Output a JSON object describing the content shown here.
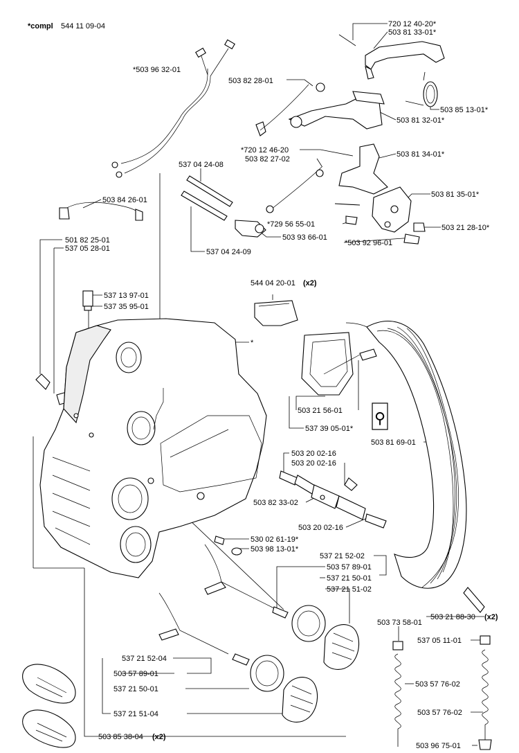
{
  "header": {
    "compl_prefix": "*compl",
    "compl_number": "544 11 09-04"
  },
  "labels": {
    "l01": "720 12 40-20*",
    "l02": "503 81 33-01*",
    "l03": "*503 96 32-01",
    "l04": "503 82 28-01",
    "l05": "503 85 13-01*",
    "l06": "503 81 32-01*",
    "l07": "*720 12 46-20",
    "l08": "503 82 27-02",
    "l09": "503 81 34-01*",
    "l10": "537 04 24-08",
    "l11": "503 81 35-01*",
    "l12": "503 84 26-01",
    "l13": "*729 56 55-01",
    "l14": "503 21 28-10*",
    "l15": "503 93 66-01",
    "l16": "501 82 25-01",
    "l17": "537 05 28-01",
    "l18": "*503 92 96-01",
    "l19": "537 04 24-09",
    "l20": "544 04 20-01",
    "l20x": "(x2)",
    "l21": "537 13 97-01",
    "l22": "537 35 95-01",
    "l23": "*",
    "l24": "503 21 56-01",
    "l25": "537 39 05-01*",
    "l26": "503 81 69-01",
    "l27": "503 20 02-16",
    "l28": "503 20 02-16",
    "l29": "503 82 33-02",
    "l30": "503 20 02-16",
    "l31": "530 02 61-19*",
    "l32": "503 98 13-01*",
    "l33": "537 21 52-02",
    "l34": "503 57 89-01",
    "l35": "537 21 50-01",
    "l36": "537 21 51-02",
    "l37": "503 21 88-30",
    "l37x": "(x2)",
    "l38": "503 73 58-01",
    "l39": "537 05 11-01",
    "l40": "537 21 52-04",
    "l41": "503 57 89-01",
    "l42": "537 21 50-01",
    "l43": "503 57 76-02",
    "l44": "537 21 51-04",
    "l45": "503 57 76-02",
    "l46": "503 85 38-04",
    "l46x": "(x2)",
    "l47": "503 96 75-01"
  },
  "icons": {
    "tool": "wrench-icon"
  }
}
